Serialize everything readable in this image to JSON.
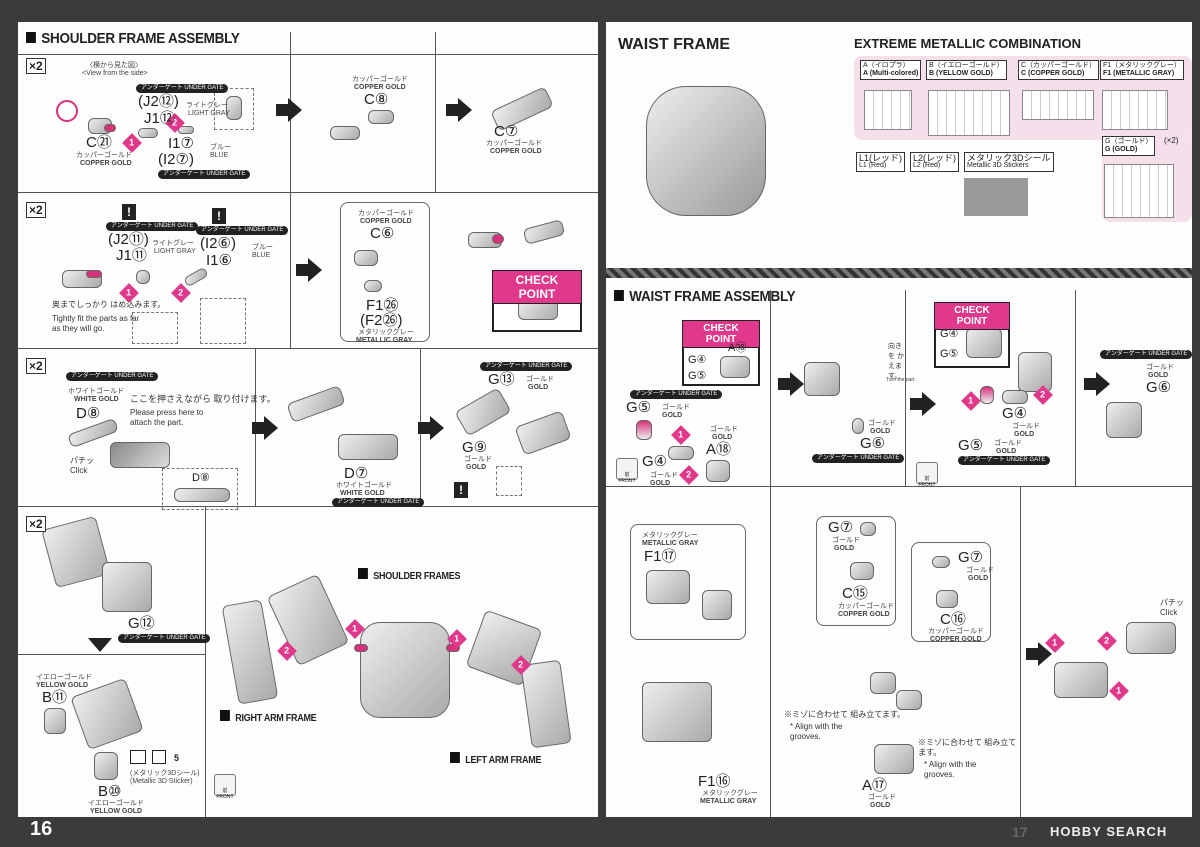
{
  "left_page": {
    "title": "SHOULDER FRAME ASSEMBLY",
    "page_number": "16",
    "multiplier": "×2",
    "row1": {
      "side_view_jp": "〈横から見た図〉",
      "side_view_en": "<View from the side>",
      "gate": "アンダーゲート UNDER GATE",
      "j2": "(J2⑫)",
      "j1": "J1⑫",
      "light_gray_jp": "ライトグレー",
      "light_gray_en": "LIGHT GRAY",
      "c21": "C㉑",
      "copper_jp": "カッパーゴールド",
      "copper_en": "COPPER GOLD",
      "i1": "I1⑦",
      "i2": "(I2⑦)",
      "blue_jp": "ブルー",
      "blue_en": "BLUE",
      "c8": "C⑧",
      "c7": "C⑦"
    },
    "row2": {
      "j2": "(J2⑪)",
      "j1": "J1⑪",
      "i2": "(I2⑥)",
      "i1": "I1⑥",
      "light_gray_jp": "ライトグレー",
      "light_gray_en": "LIGHT GRAY",
      "blue_jp": "ブルー",
      "blue_en": "BLUE",
      "note_jp": "奥までしっかり はめ込みます。",
      "note_en": "Tightly fit the parts as far as they will go.",
      "c6": "C⑥",
      "f1": "F1㉖",
      "f2": "(F2㉖)",
      "metal_gray_jp": "メタリックグレー",
      "metal_gray_en": "METALLIC GRAY",
      "check_point": "CHECK POINT",
      "copper_jp": "カッパーゴールド",
      "copper_en": "COPPER GOLD"
    },
    "row3": {
      "white_gold_jp": "ホワイトゴールド",
      "white_gold_en": "WHITE GOLD",
      "d8": "D⑧",
      "note_jp": "ここを押さえながら 取り付けます。",
      "note_en": "Please press here to attach the part.",
      "click": "パチッ Click",
      "d7": "D⑦",
      "g13": "G⑬",
      "g9": "G⑨",
      "gold_jp": "ゴールド",
      "gold_en": "GOLD"
    },
    "row4": {
      "g12": "G⑫",
      "b11": "B⑪",
      "b10": "B⑩",
      "yellow_gold_jp": "イエローゴールド",
      "yellow_gold_en": "YELLOW GOLD",
      "sticker_jp": "(メタリック3Dシール)",
      "sticker_en": "(Metallic 3D Sticker)",
      "sticker_no": "5",
      "shoulder_frames": "SHOULDER FRAMES",
      "right_arm": "RIGHT ARM FRAME",
      "left_arm": "LEFT ARM FRAME",
      "front": "前 FRONT"
    }
  },
  "right_page": {
    "waist_title": "WAIST FRAME",
    "combo_title": "EXTREME METALLIC COMBINATION",
    "runners": [
      {
        "jp": "A（イロプラ）",
        "en": "A (Multi-colored)"
      },
      {
        "jp": "B（イエローゴールド）",
        "en": "B (YELLOW GOLD)"
      },
      {
        "jp": "C（カッパーゴールド）",
        "en": "C (COPPER GOLD)"
      },
      {
        "jp": "F1（メタリックグレー）",
        "en": "F1 (METALLIC GRAY)"
      },
      {
        "jp": "G（ゴールド）",
        "en": "G (GOLD)",
        "count": "(×2)"
      },
      {
        "jp": "L1(レッド)",
        "en": "L1 (Red)"
      },
      {
        "jp": "L2(レッド)",
        "en": "L2 (Red)"
      },
      {
        "jp": "メタリック3Dシール",
        "en": "Metallic 3D Stickers"
      }
    ],
    "assembly_title": "WAIST FRAME ASSEMBLY",
    "check_point": "CHECK POINT",
    "gate": "アンダーゲート UNDER GATE",
    "gold_jp": "ゴールド",
    "gold_en": "GOLD",
    "copper_jp": "カッパーゴールド",
    "copper_en": "COPPER GOLD",
    "metal_gray_jp": "メタリックグレー",
    "metal_gray_en": "METALLIC GRAY",
    "labels": {
      "g4": "G④",
      "g5": "G⑤",
      "a18": "A⑱",
      "g6": "G⑥",
      "g7": "G⑦",
      "c15": "C⑮",
      "c16": "C⑯",
      "a17": "A⑰",
      "f17": "F1⑰",
      "f16": "F1⑯"
    },
    "turn_jp": "向きを かえます。",
    "turn_en": "Turn the part.",
    "groove_jp": "※ミゾに合わせて 組み立てます。",
    "groove_en": "* Align with the grooves.",
    "click": "パチッ Click",
    "front": "前 FRONT",
    "watermark": "HOBBY SEARCH",
    "page_number": "17"
  }
}
